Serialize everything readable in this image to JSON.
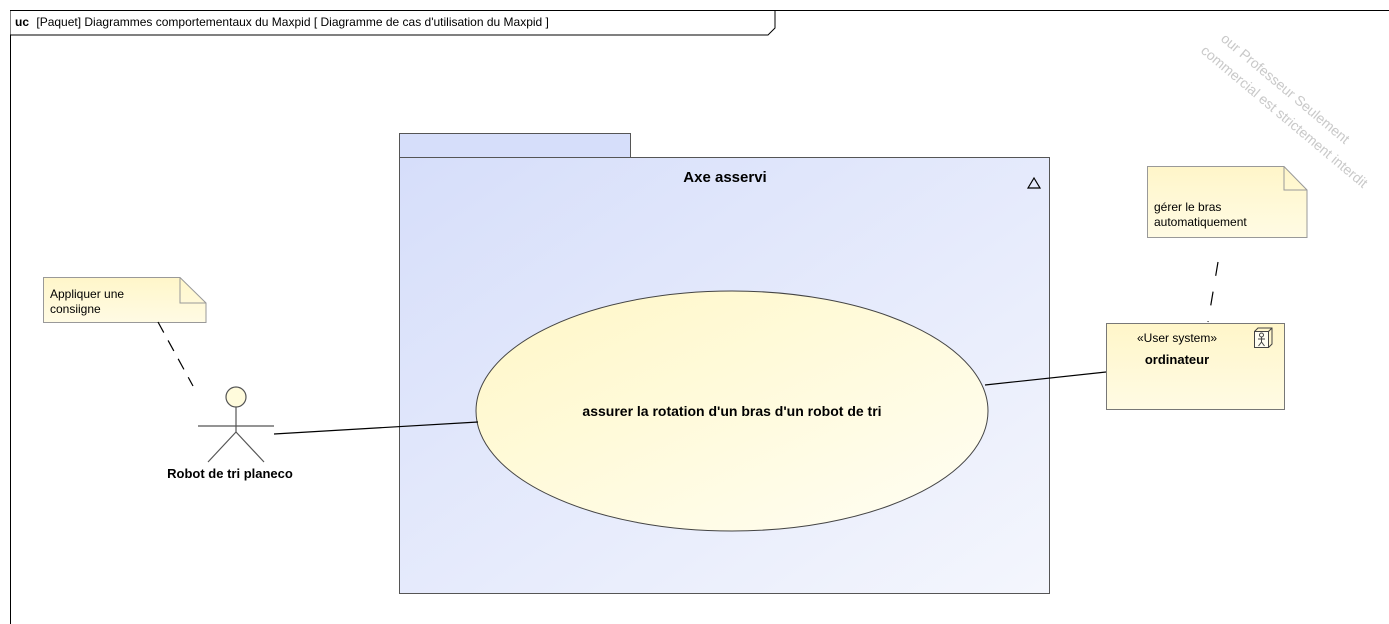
{
  "frame": {
    "keyword": "uc",
    "label": "[Paquet] Diagrammes comportementaux du Maxpid [ Diagramme de cas d'utilisation du Maxpid ]"
  },
  "package": {
    "name": "Axe asservi",
    "icon": "triangle-icon"
  },
  "use_case": {
    "name": "assurer la rotation d'un bras d'un robot de tri"
  },
  "actor": {
    "name": "Robot de tri planeco",
    "icon": "stick-figure-icon"
  },
  "actor_note": {
    "lines": [
      "Appliquer une",
      "consiigne"
    ]
  },
  "system_actor": {
    "stereotype": "«User system»",
    "name": "ordinateur",
    "icon": "system-actor-icon"
  },
  "system_note": {
    "lines": [
      "gérer le bras",
      "automatiquement"
    ]
  },
  "watermark": {
    "line1": "our Professeur Seulement",
    "line2": "commercial est strictement interdit"
  },
  "colors": {
    "package_fill": "#dde4fb",
    "package_border": "#4a4a4a",
    "note_fill": "#fff8cf",
    "usecase_fill": "#fffbdc",
    "line": "#000000"
  }
}
